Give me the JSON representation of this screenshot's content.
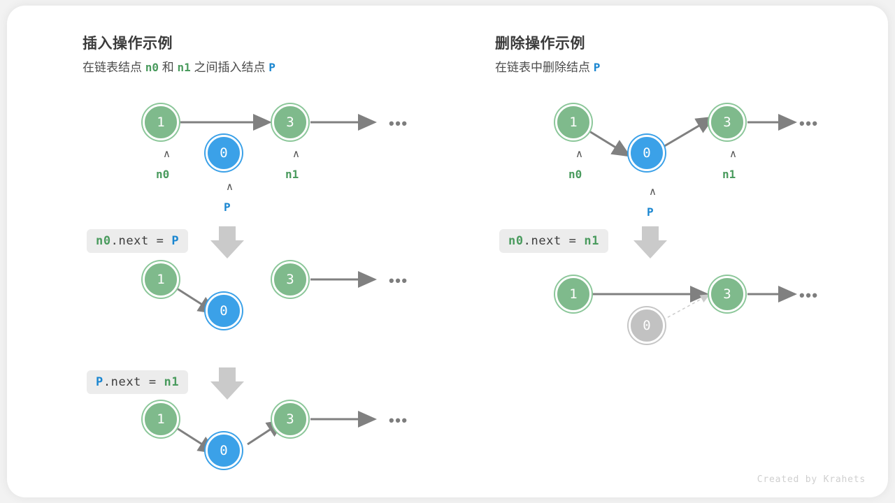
{
  "figure": {
    "credit": "Created by Krahets",
    "colors": {
      "node_green": "#7fba8c",
      "node_blue": "#3ba1e8",
      "node_gray": "#c2c2c2",
      "arrow_gray": "#808080",
      "chip_bg": "#ececec",
      "label_green": "#4a9b5e",
      "label_blue": "#1a86d0"
    }
  },
  "panels": [
    {
      "id": "insert",
      "title": "插入操作示例",
      "subtitle": {
        "part1": "在链表结点",
        "var1": "n0",
        "part2": "和",
        "var2": "n1",
        "part3": "之间插入结点",
        "var3": "P"
      },
      "steps": [
        {
          "id": "insert-step-0",
          "code": null,
          "nodes": [
            {
              "name": "node-1",
              "value": "1",
              "color": "green",
              "pointer": {
                "label": "n0",
                "color": "green"
              }
            },
            {
              "name": "node-0",
              "value": "0",
              "color": "blue",
              "pointer": {
                "label": "P",
                "color": "blue"
              }
            },
            {
              "name": "node-3",
              "value": "3",
              "color": "green",
              "pointer": {
                "label": "n1",
                "color": "green"
              }
            }
          ],
          "trailing": "•••"
        },
        {
          "id": "insert-step-1",
          "code": {
            "var_left": "n0",
            "var_left_color": "green",
            "middle": ".next = ",
            "var_right": "P",
            "var_right_color": "blue"
          },
          "nodes": [
            {
              "name": "node-1",
              "value": "1",
              "color": "green",
              "pointer": null
            },
            {
              "name": "node-0",
              "value": "0",
              "color": "blue",
              "pointer": null
            },
            {
              "name": "node-3",
              "value": "3",
              "color": "green",
              "pointer": null
            }
          ],
          "trailing": "•••"
        },
        {
          "id": "insert-step-2",
          "code": {
            "var_left": "P",
            "var_left_color": "blue",
            "middle": ".next = ",
            "var_right": "n1",
            "var_right_color": "green"
          },
          "nodes": [
            {
              "name": "node-1",
              "value": "1",
              "color": "green",
              "pointer": null
            },
            {
              "name": "node-0",
              "value": "0",
              "color": "blue",
              "pointer": null
            },
            {
              "name": "node-3",
              "value": "3",
              "color": "green",
              "pointer": null
            }
          ],
          "trailing": "•••"
        }
      ]
    },
    {
      "id": "delete",
      "title": "删除操作示例",
      "subtitle": {
        "part1": "在链表中删除结点",
        "var1": "P",
        "part2": "",
        "var2": "",
        "part3": "",
        "var3": ""
      },
      "steps": [
        {
          "id": "delete-step-0",
          "code": null,
          "nodes": [
            {
              "name": "node-1",
              "value": "1",
              "color": "green",
              "pointer": {
                "label": "n0",
                "color": "green"
              }
            },
            {
              "name": "node-0",
              "value": "0",
              "color": "blue",
              "pointer": {
                "label": "P",
                "color": "blue"
              }
            },
            {
              "name": "node-3",
              "value": "3",
              "color": "green",
              "pointer": {
                "label": "n1",
                "color": "green"
              }
            }
          ],
          "trailing": "•••"
        },
        {
          "id": "delete-step-1",
          "code": {
            "var_left": "n0",
            "var_left_color": "green",
            "middle": ".next = ",
            "var_right": "n1",
            "var_right_color": "green"
          },
          "nodes": [
            {
              "name": "node-1",
              "value": "1",
              "color": "green",
              "pointer": null
            },
            {
              "name": "node-0",
              "value": "0",
              "color": "gray",
              "pointer": null
            },
            {
              "name": "node-3",
              "value": "3",
              "color": "green",
              "pointer": null
            }
          ],
          "trailing": "•••"
        }
      ]
    }
  ]
}
